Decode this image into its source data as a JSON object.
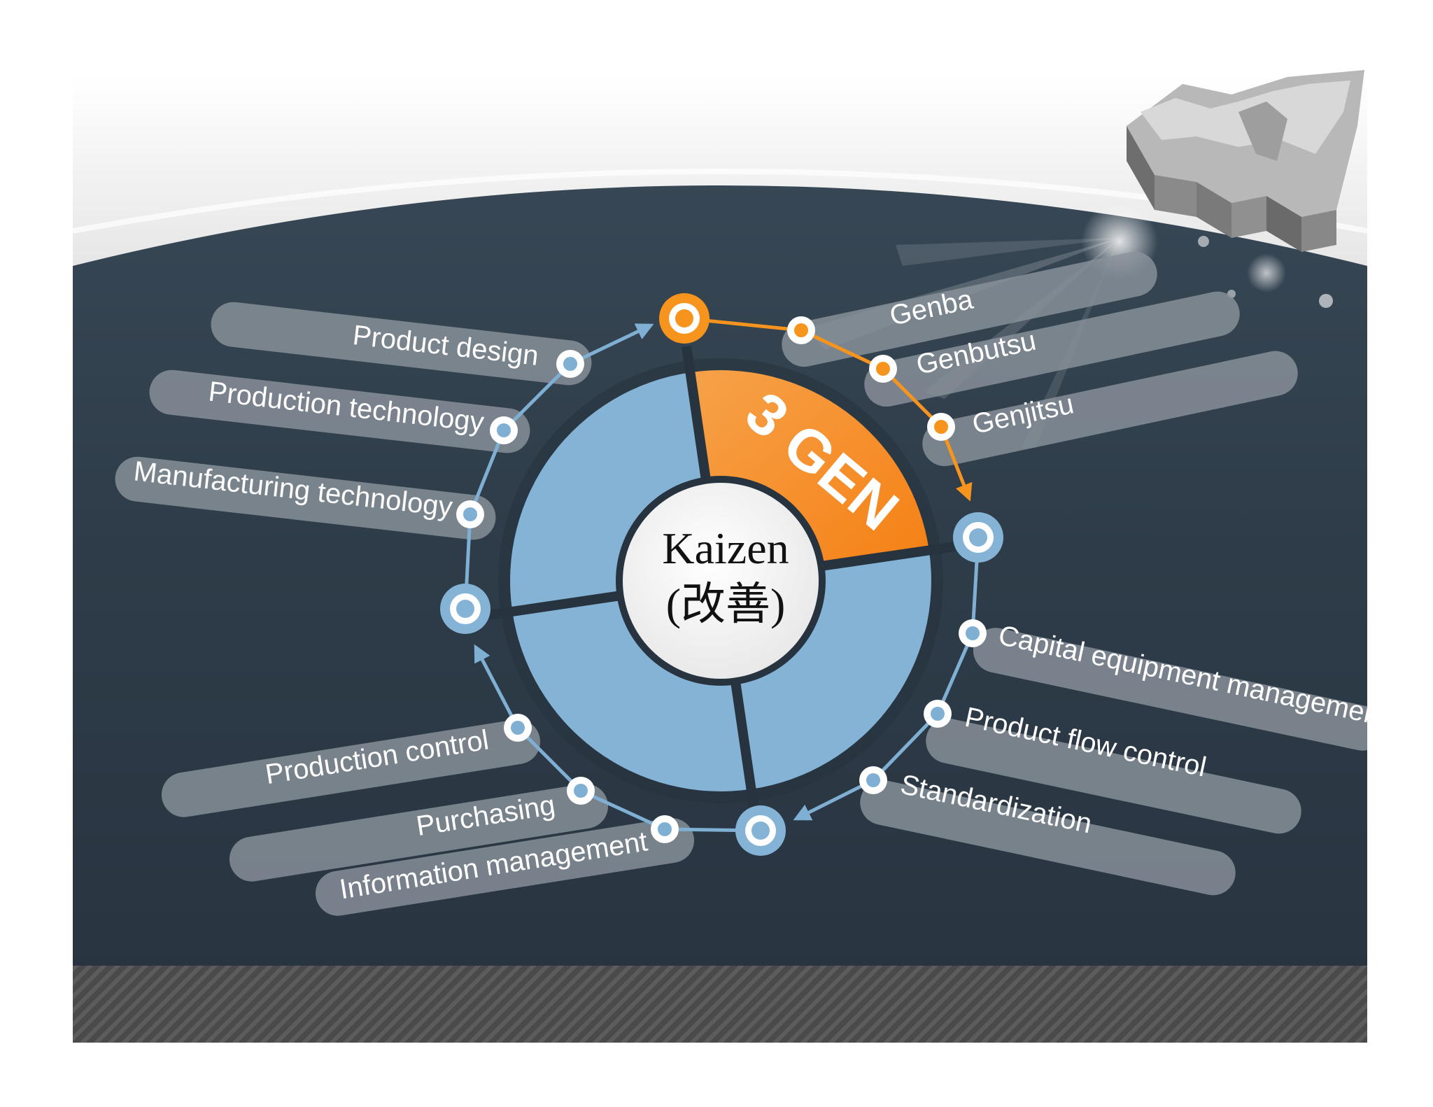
{
  "center": {
    "line1": "Kaizen",
    "line2": "(改善)"
  },
  "highlight": {
    "label": "3 GEN"
  },
  "gen_items": [
    "Genba",
    "Genbutsu",
    "Genjitsu"
  ],
  "left_top_items": [
    "Product design",
    "Production technology",
    "Manufacturing technology"
  ],
  "right_items": [
    "Capital equipment management",
    "Product flow control",
    "Standardization"
  ],
  "left_bottom_items": [
    "Production control",
    "Purchasing",
    "Information management"
  ],
  "colors": {
    "accent": "#f7941d",
    "blue": "#7fb0d4",
    "navy": "#2d3d4b",
    "pill": "#8a939b"
  },
  "icons": [
    "world-map-3d-icon"
  ]
}
